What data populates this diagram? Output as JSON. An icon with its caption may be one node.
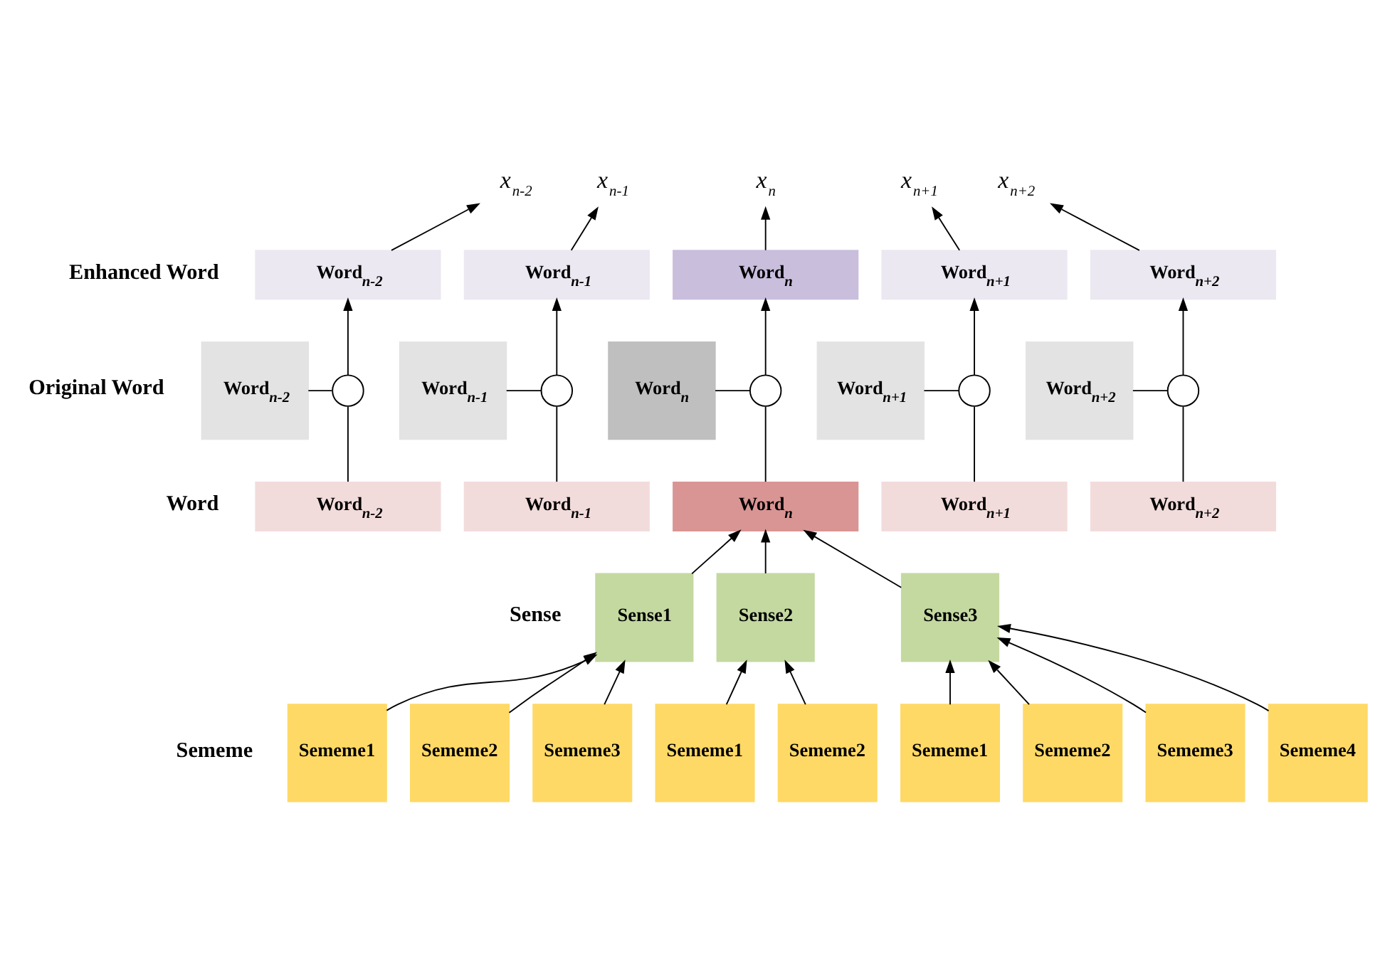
{
  "diagram": {
    "nodes": [
      {
        "text": [
          "x$_{n-2}$"
        ]
      },
      {
        "text": [
          "x$_{n-1}$"
        ]
      },
      {
        "text": [
          "x$_{n}$"
        ]
      },
      {
        "text": [
          "x$_{n+1}$"
        ]
      },
      {
        "text": [
          "x$_{n+2}$"
        ]
      },
      {
        "text": [
          "Word$_{n-2}$"
        ]
      },
      {
        "text": [
          "Word$_{n-1}$"
        ]
      },
      {
        "text": [
          "Word$_{n}$"
        ]
      },
      {
        "text": [
          "Word$_{n+1}$"
        ]
      },
      {
        "text": [
          "Word$_{n+2}$"
        ]
      },
      {
        "text": [
          "Word$_{n-2}$"
        ]
      },
      {
        "text": [
          "Word$_{n-1}$"
        ]
      },
      {
        "text": [
          "Word$_{n}$"
        ]
      },
      {
        "text": [
          "Word$_{n+1}$"
        ]
      },
      {
        "text": [
          "Word$_{n+2}$"
        ]
      },
      {
        "text": [],
        "shape": "circle"
      },
      {
        "text": [],
        "shape": "circle"
      },
      {
        "text": [],
        "shape": "circle"
      },
      {
        "text": [],
        "shape": "circle"
      },
      {
        "text": [],
        "shape": "circle"
      },
      {
        "text": [
          "Word$_{n-2}$"
        ]
      },
      {
        "text": [
          "Word$_{n-1}$"
        ]
      },
      {
        "text": [
          "Word$_{n}$"
        ]
      },
      {
        "text": [
          "Word$_{n+1}$"
        ]
      },
      {
        "text": [
          "Word$_{n+2}$"
        ]
      },
      {
        "text": [
          "Sense1"
        ]
      },
      {
        "text": [
          "Sense2"
        ]
      },
      {
        "text": [
          "Sense3"
        ]
      },
      {
        "text": [
          "Sememe1"
        ]
      },
      {
        "text": [
          "Sememe2"
        ]
      },
      {
        "text": [
          "Sememe3"
        ]
      },
      {
        "text": [
          "Sememe1"
        ]
      },
      {
        "text": [
          "Sememe2"
        ]
      },
      {
        "text": [
          "Sememe1"
        ]
      },
      {
        "text": [
          "Sememe2"
        ]
      },
      {
        "text": [
          "Sememe3"
        ]
      },
      {
        "text": [
          "Sememe4"
        ]
      }
    ],
    "edges": [
      {
        "from": 5,
        "to": 0,
        "arrow": "to"
      },
      {
        "from": 6,
        "to": 1,
        "arrow": "to"
      },
      {
        "from": 7,
        "to": 2,
        "arrow": "to"
      },
      {
        "from": 8,
        "to": 3,
        "arrow": "to"
      },
      {
        "from": 9,
        "to": 4,
        "arrow": "to"
      },
      {
        "from": 10,
        "to": 15,
        "arrow": "none"
      },
      {
        "from": 11,
        "to": 16,
        "arrow": "none"
      },
      {
        "from": 12,
        "to": 17,
        "arrow": "none"
      },
      {
        "from": 13,
        "to": 18,
        "arrow": "none"
      },
      {
        "from": 14,
        "to": 19,
        "arrow": "none"
      },
      {
        "from": 20,
        "to": 15,
        "arrow": "none"
      },
      {
        "from": 21,
        "to": 16,
        "arrow": "none"
      },
      {
        "from": 22,
        "to": 17,
        "arrow": "none"
      },
      {
        "from": 23,
        "to": 18,
        "arrow": "none"
      },
      {
        "from": 24,
        "to": 19,
        "arrow": "none"
      },
      {
        "from": 15,
        "to": 5,
        "arrow": "to"
      },
      {
        "from": 16,
        "to": 6,
        "arrow": "to"
      },
      {
        "from": 17,
        "to": 7,
        "arrow": "to"
      },
      {
        "from": 18,
        "to": 8,
        "arrow": "to"
      },
      {
        "from": 19,
        "to": 9,
        "arrow": "to"
      },
      {
        "from": 25,
        "to": 22,
        "arrow": "to"
      },
      {
        "from": 26,
        "to": 22,
        "arrow": "to"
      },
      {
        "from": 27,
        "to": 22,
        "arrow": "to"
      },
      {
        "from": 28,
        "to": 25,
        "arrow": "to"
      },
      {
        "from": 29,
        "to": 25,
        "arrow": "to"
      },
      {
        "from": 30,
        "to": 25,
        "arrow": "to"
      },
      {
        "from": 31,
        "to": 26,
        "arrow": "to"
      },
      {
        "from": 32,
        "to": 26,
        "arrow": "to"
      },
      {
        "from": 33,
        "to": 27,
        "arrow": "to"
      },
      {
        "from": 34,
        "to": 27,
        "arrow": "to"
      },
      {
        "from": 35,
        "to": 27,
        "arrow": "to"
      },
      {
        "from": 36,
        "to": 27,
        "arrow": "to"
      }
    ],
    "labels": [
      "Enhanced Word",
      "Original Word",
      "Word",
      "Sense",
      "Sememe"
    ]
  }
}
